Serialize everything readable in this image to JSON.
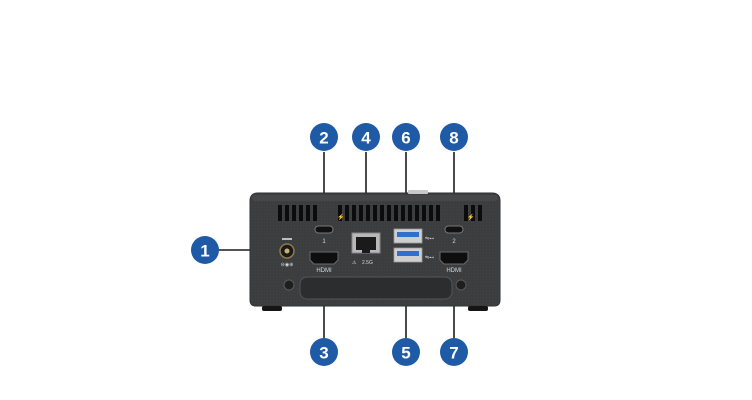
{
  "callouts": [
    {
      "number": "1"
    },
    {
      "number": "2"
    },
    {
      "number": "3"
    },
    {
      "number": "4"
    },
    {
      "number": "5"
    },
    {
      "number": "6"
    },
    {
      "number": "7"
    },
    {
      "number": "8"
    }
  ],
  "device": {
    "label_tb_left": "1",
    "label_tb_right": "2",
    "label_hdmi_left": "HDMI",
    "label_hdmi_right": "HDMI",
    "label_lan_speed": "2.5G"
  },
  "colors": {
    "badge": "#1f5aa6",
    "chassis": "#3b3c3e",
    "usb_blue": "#2f6fcf"
  }
}
